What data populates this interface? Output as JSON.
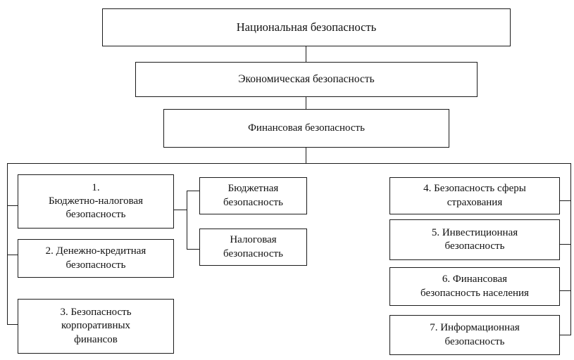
{
  "diagram": {
    "title_chain": [
      {
        "id": "national",
        "label": "Национальная безопасность"
      },
      {
        "id": "economic",
        "label": "Экономическая безопасность"
      },
      {
        "id": "financial",
        "label": "Финансовая безопасность"
      }
    ],
    "left_column": [
      {
        "id": "fiscal",
        "label": "1.\nБюджетно-налоговая\nбезопасность"
      },
      {
        "id": "monetary",
        "label": "2. Денежно-кредитная\nбезопасность"
      },
      {
        "id": "corporate",
        "label": "3. Безопасность\nкорпоративных\nфинансов"
      }
    ],
    "middle_column": [
      {
        "id": "budget",
        "label": "Бюджетная\nбезопасность"
      },
      {
        "id": "tax",
        "label": "Налоговая\nбезопасность"
      }
    ],
    "right_column": [
      {
        "id": "insurance",
        "label": "4. Безопасность сферы\nстрахования"
      },
      {
        "id": "investment",
        "label": "5. Инвестиционная\nбезопасность"
      },
      {
        "id": "population",
        "label": "6. Финансовая\nбезопасность населения"
      },
      {
        "id": "information",
        "label": "7. Информационная\nбезопасность"
      }
    ],
    "colors": {
      "line": "#1b1b1b",
      "box_fill": "#ffffff",
      "text": "#111111",
      "background": "#ffffff"
    }
  }
}
